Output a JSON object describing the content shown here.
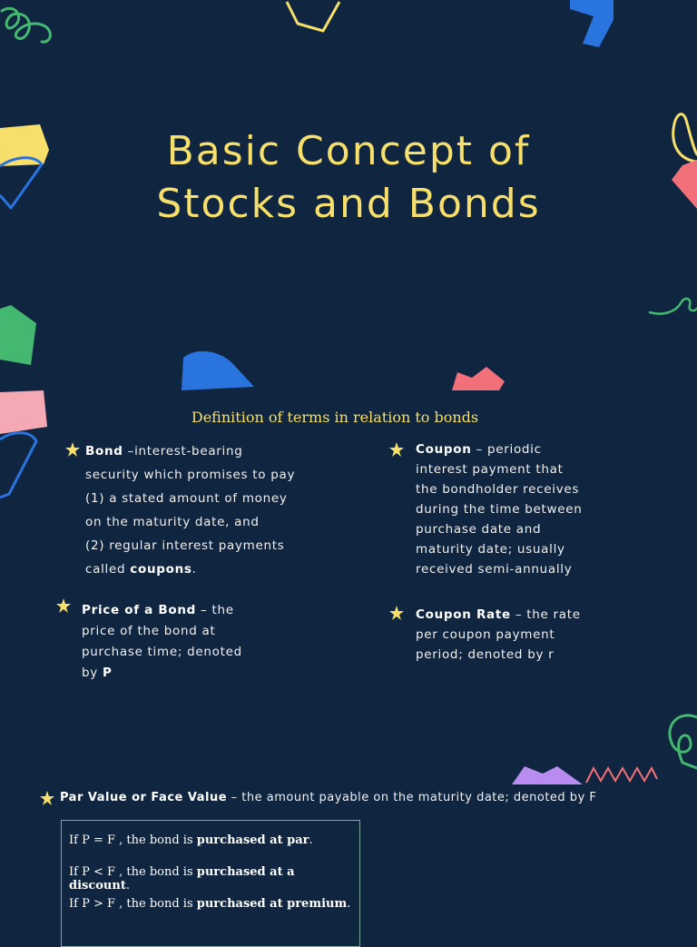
{
  "title": {
    "line1": "Basic Concept of",
    "line2": "Stocks and Bonds"
  },
  "subtitle": "Definition of terms in relation to bonds",
  "bond": {
    "term": "Bond",
    "lines": [
      " –interest-bearing",
      "security which promises to pay",
      "(1) a stated amount of money",
      "on the maturity date, and",
      "(2) regular interest payments"
    ],
    "last_prefix": "called ",
    "last_bold": "coupons",
    "last_suffix": "."
  },
  "coupon": {
    "term": "Coupon",
    "first_rest": " – periodic",
    "lines": [
      "interest payment that",
      "the bondholder receives",
      "during the time between",
      "purchase date and",
      "maturity date; usually",
      "received semi-annually"
    ]
  },
  "price": {
    "term": "Price of a Bond",
    "first_rest": " – the",
    "lines": [
      "price of the bond at",
      "purchase time; denoted"
    ],
    "last_prefix": "by ",
    "last_bold": "P"
  },
  "coupon_rate": {
    "term": "Coupon Rate",
    "first_rest": " – the rate",
    "lines": [
      "per coupon payment",
      "period; denoted by r"
    ]
  },
  "par_value": {
    "term": "Par Value or Face Value",
    "rest": " – the amount payable on the maturity date; denoted by F"
  },
  "rules": [
    {
      "prefix": "If P = F , the bond is ",
      "bold": "purchased at par",
      "suffix": "."
    },
    {
      "prefix": "If P < F , the bond is ",
      "bold": "purchased at  a discount",
      "suffix": "."
    },
    {
      "prefix": "If P > F ,  the bond is ",
      "bold": "purchased at premium",
      "suffix": "."
    }
  ],
  "colors": {
    "background": "#0f2540",
    "title": "#f7df6b",
    "blue": "#2a74e0",
    "yellow": "#f7df6b",
    "pink": "#f2707a",
    "green": "#44b870",
    "purple": "#b98cf0"
  }
}
